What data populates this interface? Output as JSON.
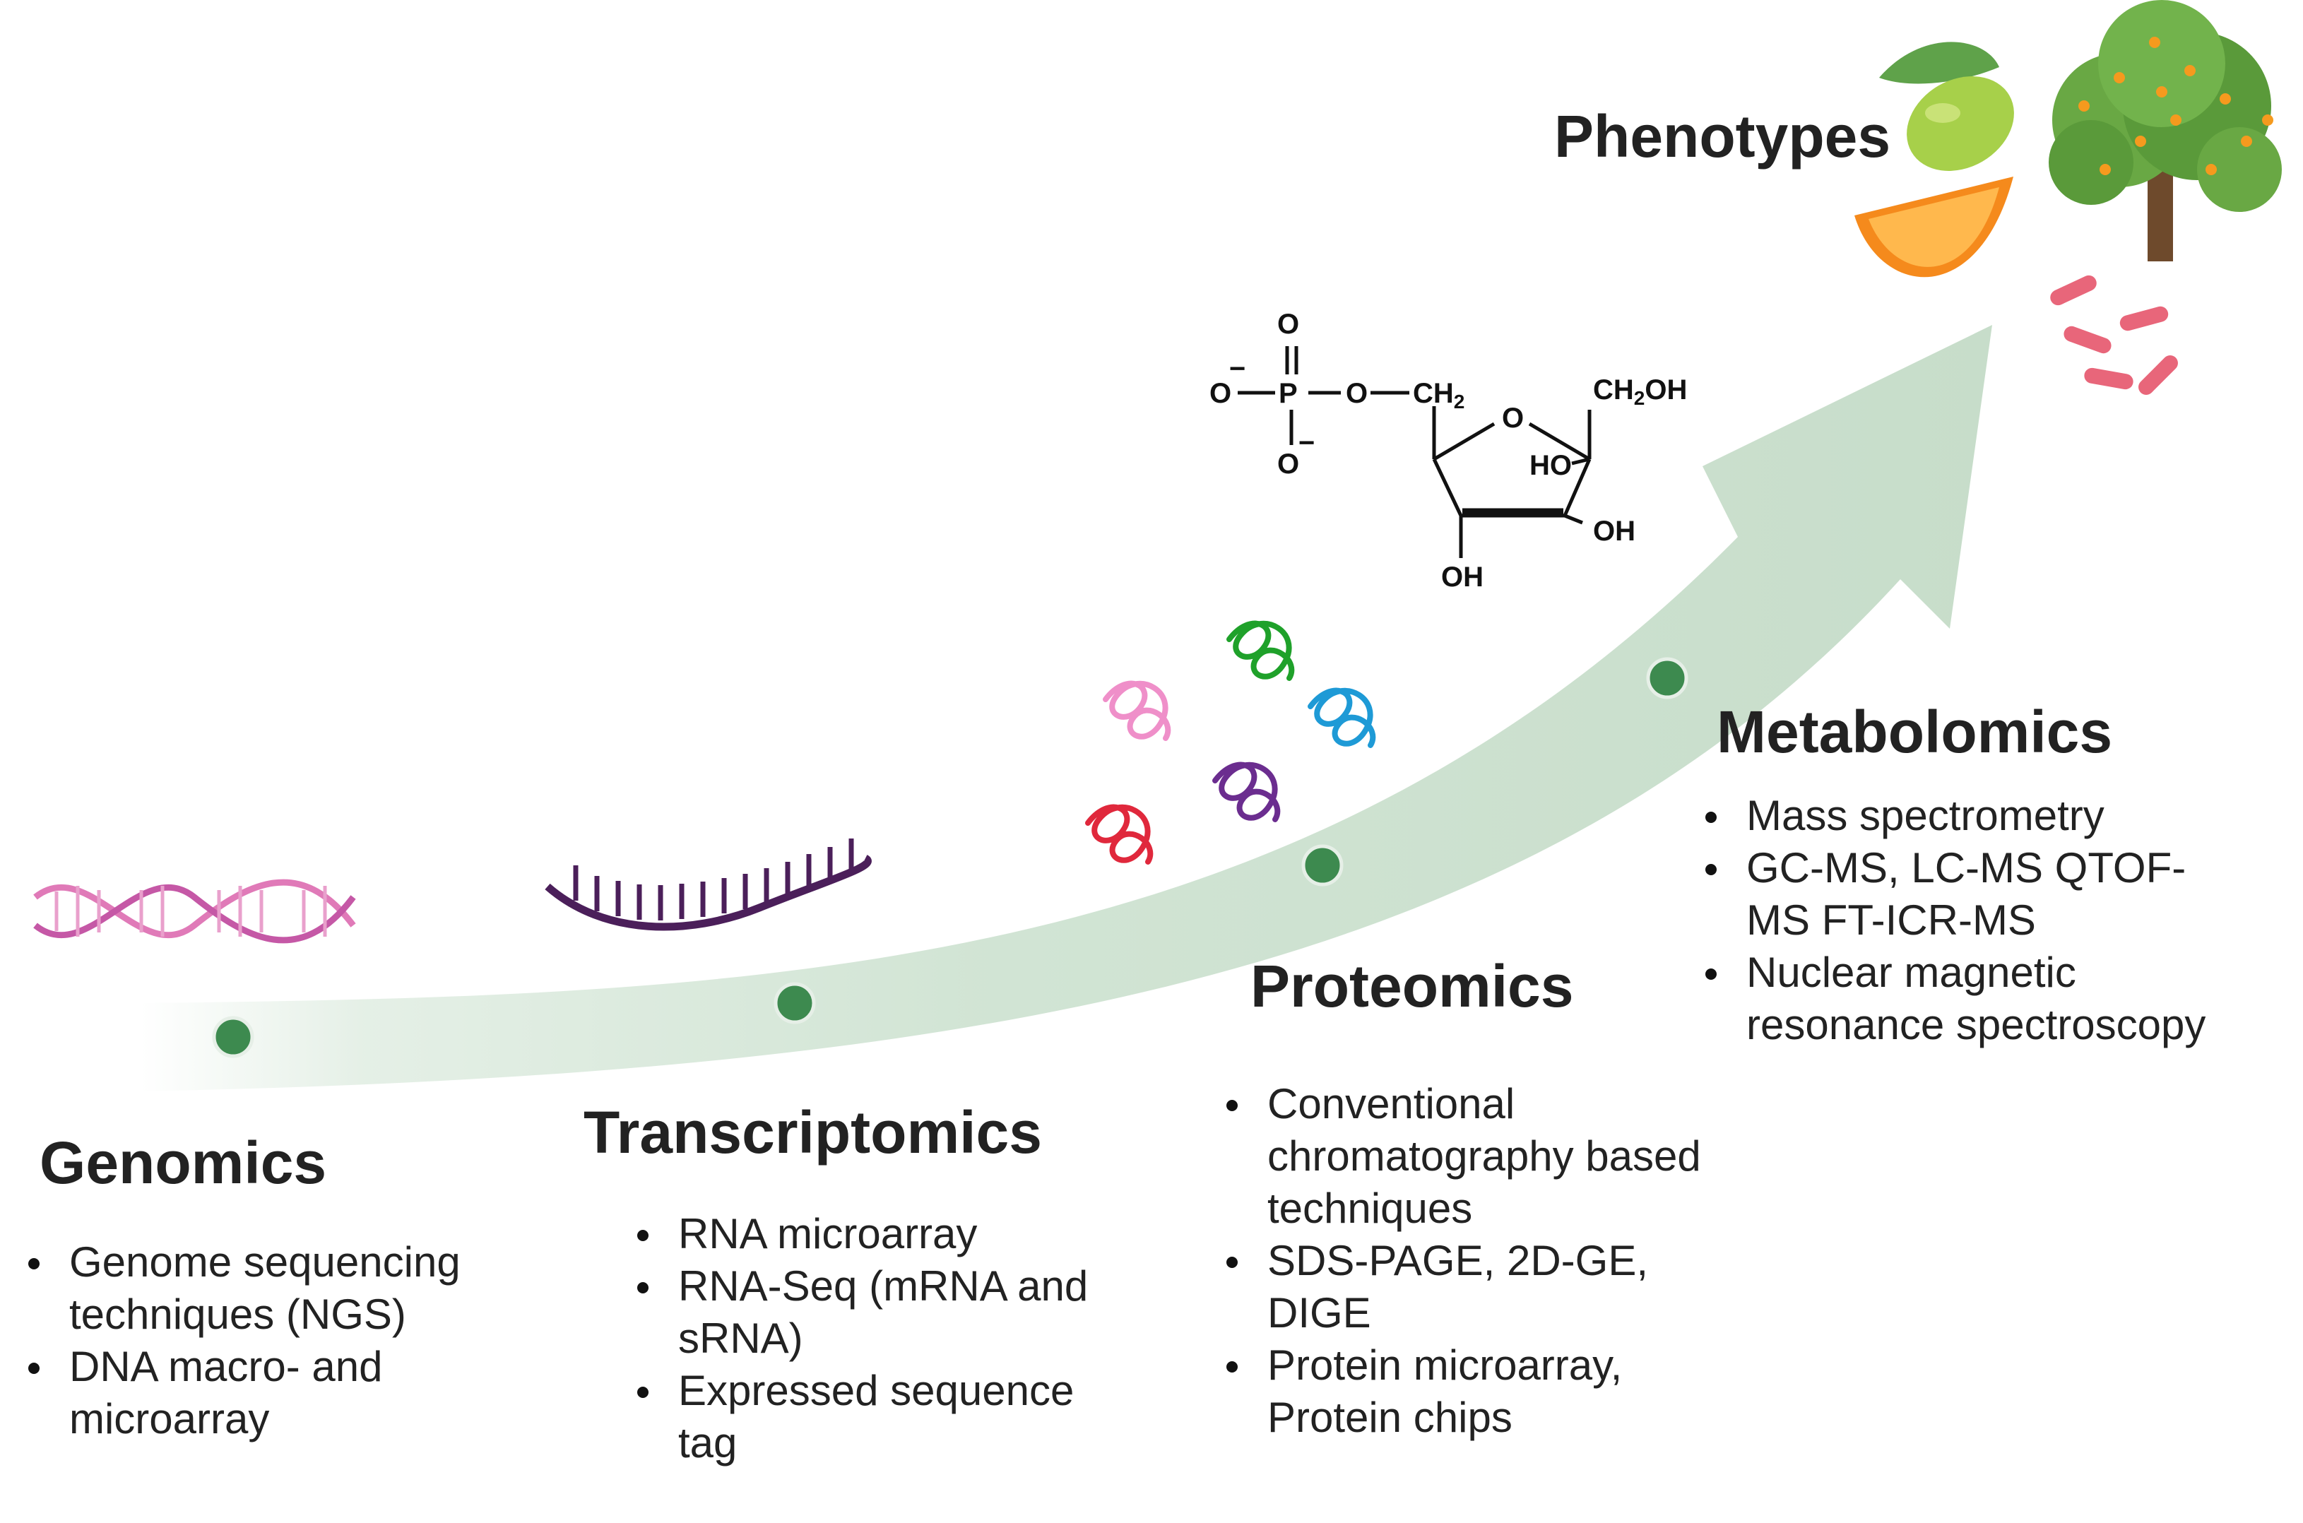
{
  "stages": [
    {
      "id": "genomics",
      "title": "Genomics",
      "items": [
        "Genome sequencing techniques (NGS)",
        "DNA macro- and microarray"
      ]
    },
    {
      "id": "transcriptomics",
      "title": "Transcriptomics",
      "items": [
        "RNA microarray",
        "RNA-Seq (mRNA and sRNA)",
        "Expressed sequence tag"
      ]
    },
    {
      "id": "proteomics",
      "title": "Proteomics",
      "items": [
        "Conventional chromatography based techniques",
        "SDS-PAGE, 2D-GE, DIGE",
        "Protein microarray, Protein chips"
      ]
    },
    {
      "id": "metabolomics",
      "title": "Metabolomics",
      "items": [
        "Mass spectrometry",
        "GC-MS, LC-MS QTOF-MS FT-ICR-MS",
        "Nuclear magnetic resonance spectroscopy"
      ]
    }
  ],
  "phenotypes_title": "Phenotypes",
  "molecule": {
    "o_top": "O",
    "o_left": "O",
    "minus": "−",
    "p": "P",
    "o_bridge": "O",
    "ch2": "CH",
    "sub2": "2",
    "o_bottom": "O",
    "o_ring": "O",
    "ch2oh": "CH",
    "oh_suffix": "OH",
    "ho": "HO",
    "oh_right": "OH",
    "oh_bottom": "OH"
  },
  "colors": {
    "arrow": "#cfe3d2",
    "dot": "#3d8a4f",
    "dna": "#e07ab8",
    "rna": "#4b1f5a",
    "bacteria": "#e8667a"
  },
  "icons": [
    "dna-helix-icon",
    "rna-strand-icon",
    "protein-icon",
    "lime-icon",
    "orange-slice-icon",
    "orange-tree-icon",
    "bacteria-icon"
  ]
}
